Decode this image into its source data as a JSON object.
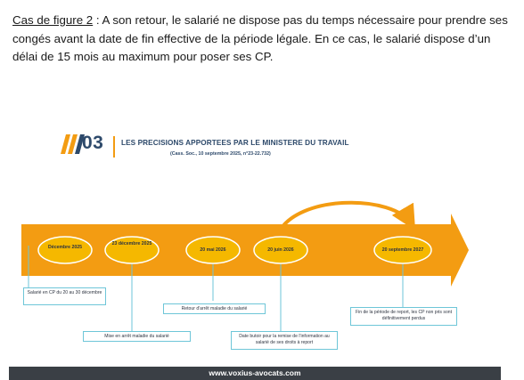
{
  "paragraph": {
    "lead": "Cas de figure 2",
    "text": " : A son retour, le salarié ne dispose pas du temps nécessaire pour prendre ses congés avant la date de fin effective de la période légale. En ce cas, le salarié dispose d’un délai de 15 mois au maximum pour poser ses CP."
  },
  "figure": {
    "number": "03",
    "title": "LES PRECISIONS APPORTEES PAR LE MINISTERE DU TRAVAIL",
    "subtitle": "(Cass. Soc., 10 septembre 2025, n°23-22.732)",
    "dates": [
      "Décembre 2025",
      "23 décembre 2025",
      "20 mai 2026",
      "20 juin 2026",
      "20 septembre 2027"
    ],
    "events": [
      "Salarié en CP du 20 au 30 décembre",
      "Mise en arrêt maladie du salarié",
      "Retour d'arrêt maladie du salarié",
      "Date butoir pour la remise de l'information au salarié de ses droits à report",
      "Fin de la période de report, les CP non pris sont définitivement perdus"
    ],
    "footer": "www.voxius-avocats.com",
    "colors": {
      "arrow": "#f39c12",
      "circle": "#f5b800",
      "title": "#2e4a6b",
      "connector": "#6ec6d8",
      "footer_bg": "#3a3f45"
    }
  }
}
